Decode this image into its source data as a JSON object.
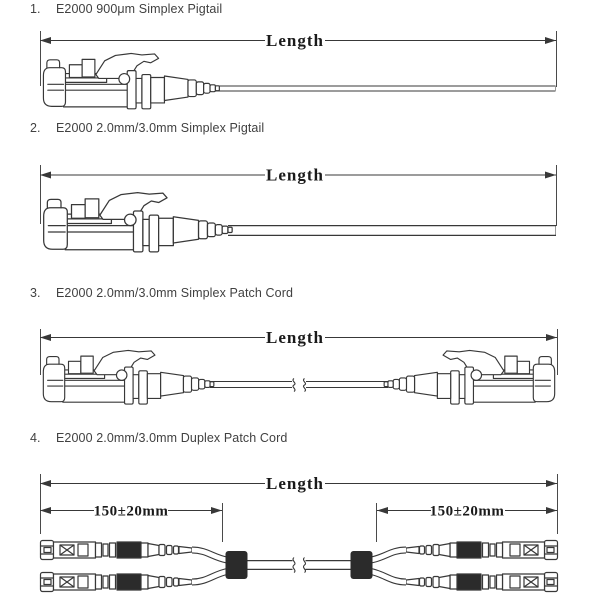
{
  "page": {
    "background": "#ffffff",
    "line_color": "#383838",
    "dark_fill": "#2b2b2b",
    "title_color": "#414141",
    "dim_text_color": "#1a1a1a"
  },
  "sections": [
    {
      "number": "1.",
      "title": "E2000 900μm Simplex Pigtail",
      "dimension_label": "Length"
    },
    {
      "number": "2.",
      "title": "E2000 2.0mm/3.0mm Simplex Pigtail",
      "dimension_label": "Length"
    },
    {
      "number": "3.",
      "title": "E2000 2.0mm/3.0mm Simplex Patch Cord",
      "dimension_label": "Length"
    },
    {
      "number": "4.",
      "title": "E2000 2.0mm/3.0mm Duplex Patch Cord",
      "dimension_label": "Length",
      "breakout_left_label": "150±20mm",
      "breakout_right_label": "150±20mm"
    }
  ]
}
